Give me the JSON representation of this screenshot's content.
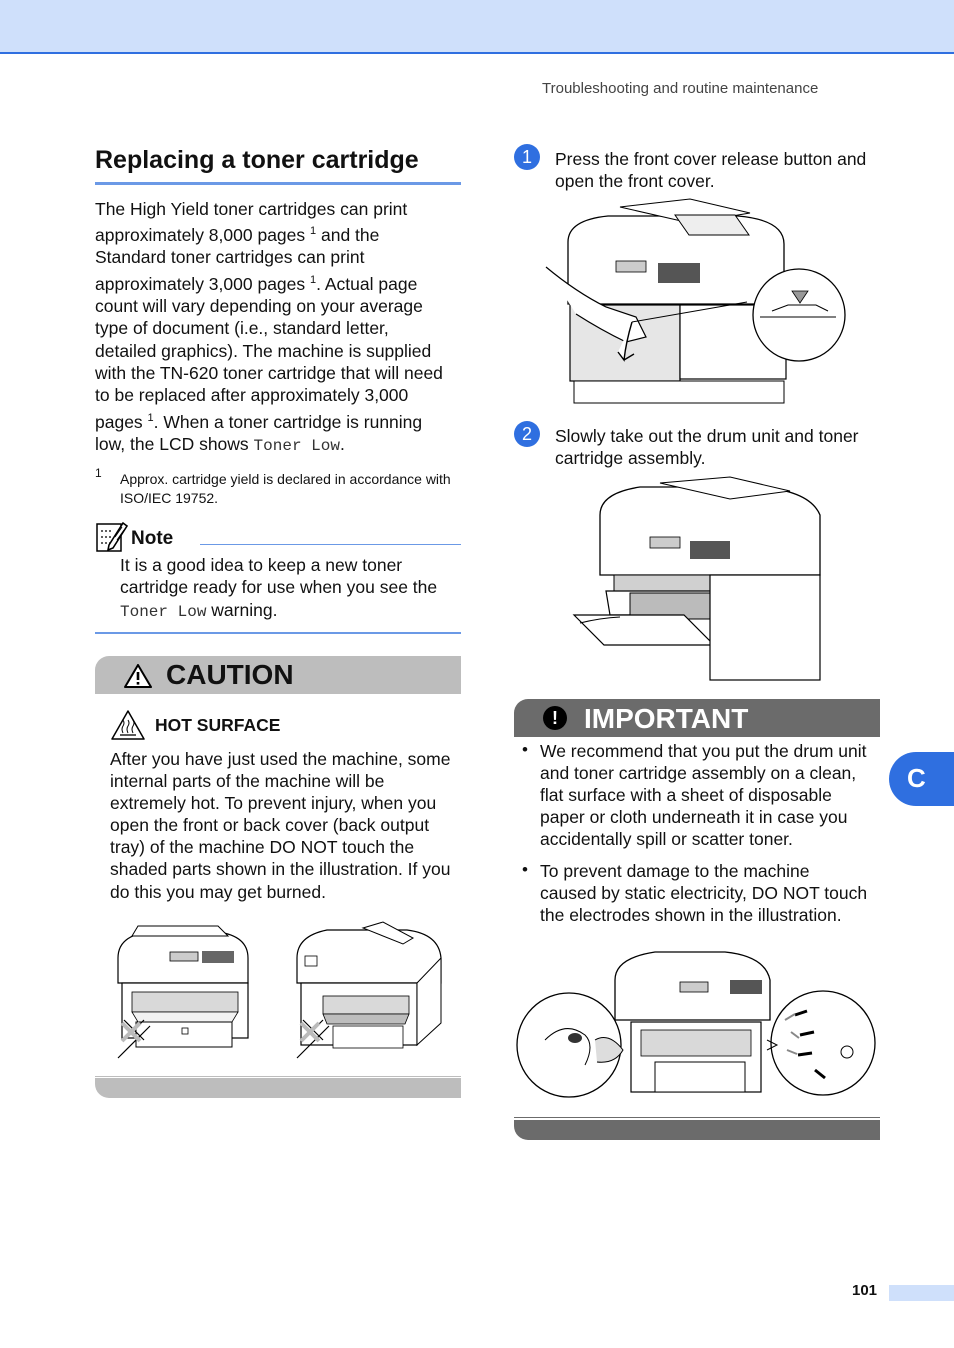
{
  "header": {
    "running_head": "Troubleshooting and routine maintenance"
  },
  "section": {
    "title": "Replacing a toner cartridge",
    "intro": {
      "l1": "The High Yield toner cartridges can print",
      "l2a": "approximately 8,000 pages ",
      "sup1": "1",
      "l2b": " and the",
      "l3": "Standard toner cartridges can print",
      "l4a": "approximately 3,000 pages ",
      "sup2": "1",
      "l4b": ". Actual page",
      "l5": "count will vary depending on your average",
      "l6": "type of document (i.e., standard letter,",
      "l7": "detailed graphics). The machine is supplied",
      "l8": "with the TN-620 toner cartridge that will need",
      "l9": "to be replaced after approximately 3,000",
      "l10a": "pages ",
      "sup3": "1",
      "l10b": ". When a toner cartridge is running",
      "l11a": "low, the LCD shows ",
      "l11_mono": "Toner Low",
      "l11b": "."
    },
    "footnote": {
      "number": "1",
      "text": "Approx. cartridge yield is declared in accordance with ISO/IEC 19752."
    }
  },
  "note": {
    "label": "Note",
    "l1": "It is a good idea to keep a new toner",
    "l2": "cartridge ready for use when you see the",
    "l3_mono": "Toner Low",
    "l3b": " warning."
  },
  "caution": {
    "label": "CAUTION",
    "subheading": "HOT SURFACE",
    "lines": [
      "After you have just used the machine, some",
      "internal parts of the machine will be",
      "extremely hot. To prevent injury, when you",
      "open the front or back cover (back output",
      "tray) of the machine DO NOT touch the",
      "shaded parts shown in the illustration. If you",
      "do this you may get burned."
    ]
  },
  "steps": [
    {
      "number": "1",
      "lines": [
        "Press the front cover release button and",
        "open the front cover."
      ]
    },
    {
      "number": "2",
      "lines": [
        "Slowly take out the drum unit and toner",
        "cartridge assembly."
      ]
    }
  ],
  "important": {
    "label": "IMPORTANT",
    "icon": "!",
    "bullets": [
      {
        "lines": [
          "We recommend that you put the drum unit",
          "and toner cartridge assembly on a clean,",
          "flat surface with a sheet of disposable",
          "paper or cloth underneath it in case you",
          "accidentally spill or scatter toner."
        ]
      },
      {
        "lines": [
          "To prevent damage to the machine",
          "caused by static electricity, DO NOT touch",
          "the electrodes shown in the illustration."
        ]
      }
    ]
  },
  "side_tab": {
    "label": "C"
  },
  "footer": {
    "page_number": "101"
  },
  "colors": {
    "accent_blue": "#2f6fe0",
    "light_blue": "#cfe0fb",
    "rule_blue": "#6b99e6",
    "caution_gray": "#bdbdbd",
    "important_gray": "#6b6b6b"
  }
}
